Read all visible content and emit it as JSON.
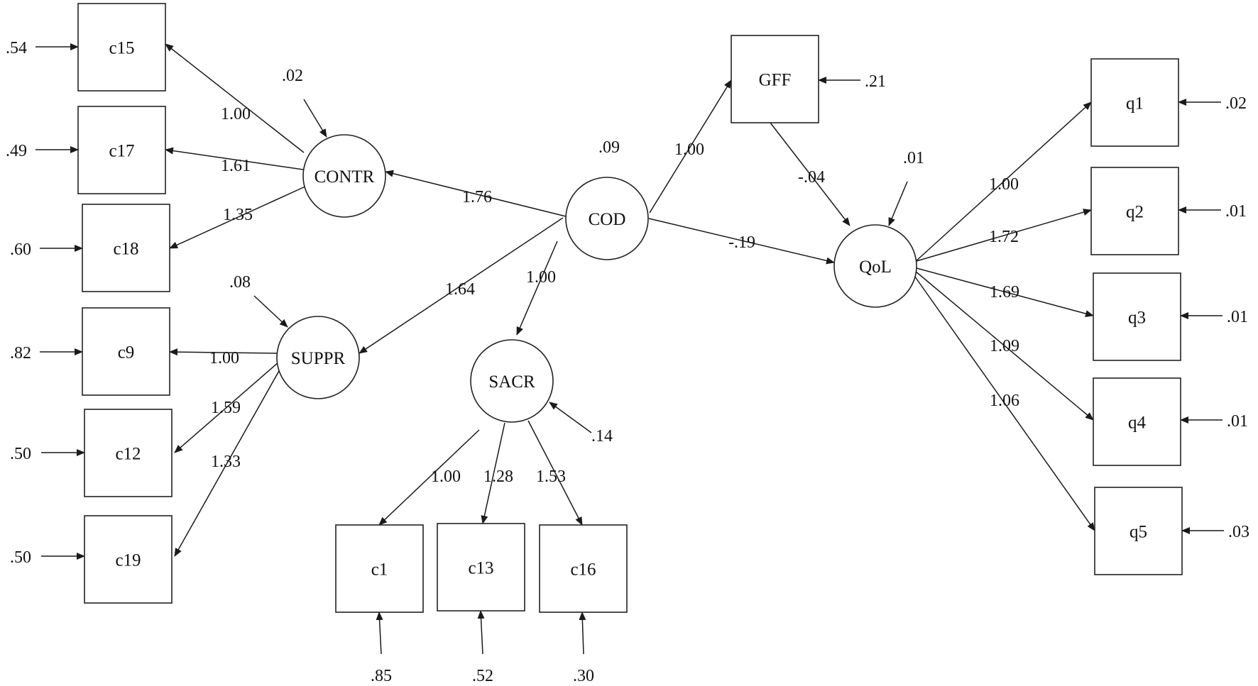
{
  "diagram": {
    "latents": [
      {
        "id": "CONTR",
        "label": "CONTR",
        "residual": ".02"
      },
      {
        "id": "COD",
        "label": "COD",
        "residual": ".09"
      },
      {
        "id": "SUPPR",
        "label": "SUPPR",
        "residual": ".08"
      },
      {
        "id": "SACR",
        "label": "SACR",
        "residual": ".14"
      },
      {
        "id": "QoL",
        "label": "QoL",
        "residual": ".01"
      }
    ],
    "observed": [
      {
        "id": "c15",
        "label": "c15",
        "error": ".54"
      },
      {
        "id": "c17",
        "label": "c17",
        "error": ".49"
      },
      {
        "id": "c18",
        "label": "c18",
        "error": ".60"
      },
      {
        "id": "c9",
        "label": "c9",
        "error": ".82"
      },
      {
        "id": "c12",
        "label": "c12",
        "error": ".50"
      },
      {
        "id": "c19",
        "label": "c19",
        "error": ".50"
      },
      {
        "id": "c1",
        "label": "c1",
        "error": ".85"
      },
      {
        "id": "c13",
        "label": "c13",
        "error": ".52"
      },
      {
        "id": "c16",
        "label": "c16",
        "error": ".30"
      },
      {
        "id": "GFF",
        "label": "GFF",
        "error": ".21"
      },
      {
        "id": "q1",
        "label": "q1",
        "error": ".02"
      },
      {
        "id": "q2",
        "label": "q2",
        "error": ".01"
      },
      {
        "id": "q3",
        "label": "q3",
        "error": ".01"
      },
      {
        "id": "q4",
        "label": "q4",
        "error": ".01"
      },
      {
        "id": "q5",
        "label": "q5",
        "error": ".03"
      }
    ],
    "paths": [
      {
        "from": "CONTR",
        "to": "c15",
        "label": "1.00"
      },
      {
        "from": "CONTR",
        "to": "c17",
        "label": "1.61"
      },
      {
        "from": "CONTR",
        "to": "c18",
        "label": "1.35"
      },
      {
        "from": "SUPPR",
        "to": "c9",
        "label": "1.00"
      },
      {
        "from": "SUPPR",
        "to": "c12",
        "label": "1.59"
      },
      {
        "from": "SUPPR",
        "to": "c19",
        "label": "1.33"
      },
      {
        "from": "SACR",
        "to": "c1",
        "label": "1.00"
      },
      {
        "from": "SACR",
        "to": "c13",
        "label": "1.28"
      },
      {
        "from": "SACR",
        "to": "c16",
        "label": "1.53"
      },
      {
        "from": "COD",
        "to": "CONTR",
        "label": "1.76"
      },
      {
        "from": "COD",
        "to": "SUPPR",
        "label": "1.64"
      },
      {
        "from": "COD",
        "to": "SACR",
        "label": "1.00"
      },
      {
        "from": "COD",
        "to": "GFF",
        "label": "1.00"
      },
      {
        "from": "COD",
        "to": "QoL",
        "label": "-.19"
      },
      {
        "from": "GFF",
        "to": "QoL",
        "label": "-.04"
      },
      {
        "from": "QoL",
        "to": "q1",
        "label": "1.00"
      },
      {
        "from": "QoL",
        "to": "q2",
        "label": "1.72"
      },
      {
        "from": "QoL",
        "to": "q3",
        "label": "1.69"
      },
      {
        "from": "QoL",
        "to": "q4",
        "label": "1.09"
      },
      {
        "from": "QoL",
        "to": "q5",
        "label": "1.06"
      }
    ]
  }
}
